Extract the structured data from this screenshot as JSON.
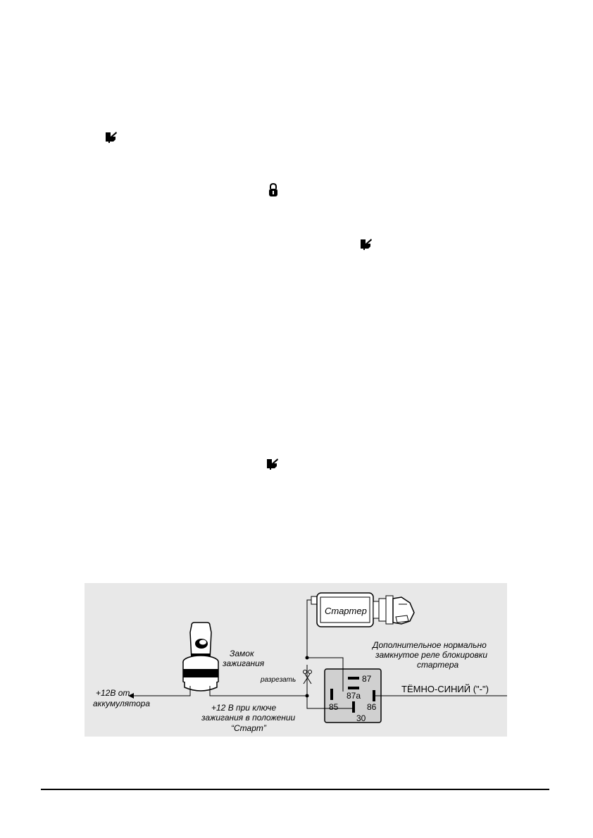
{
  "icons": {
    "trunk_icon": "car-trunk-open-icon",
    "lock_icon": "padlock-icon"
  },
  "diagram": {
    "starter_label": "Стартер",
    "ignition_label_line1": "Замок",
    "ignition_label_line2": "зажигания",
    "relay_desc_line1": "Дополнительное нормально",
    "relay_desc_line2": "замкнутое реле блокировки",
    "relay_desc_line3": "стартера",
    "cut_label": "разрезать",
    "battery_label_line1": "+12В от",
    "battery_label_line2": "аккумулятора",
    "start_label_line1": "+12 В при ключе",
    "start_label_line2": "зажигания в положении",
    "start_label_line3": "“Старт”",
    "wire_label": "ТЁМНО-СИНИЙ (\"-\")",
    "pin_87": "87",
    "pin_87a": "87a",
    "pin_85": "85",
    "pin_86": "86",
    "pin_30": "30"
  },
  "colors": {
    "diagram_background": "#e8e8e8",
    "relay_fill": "#d0d0d0"
  }
}
